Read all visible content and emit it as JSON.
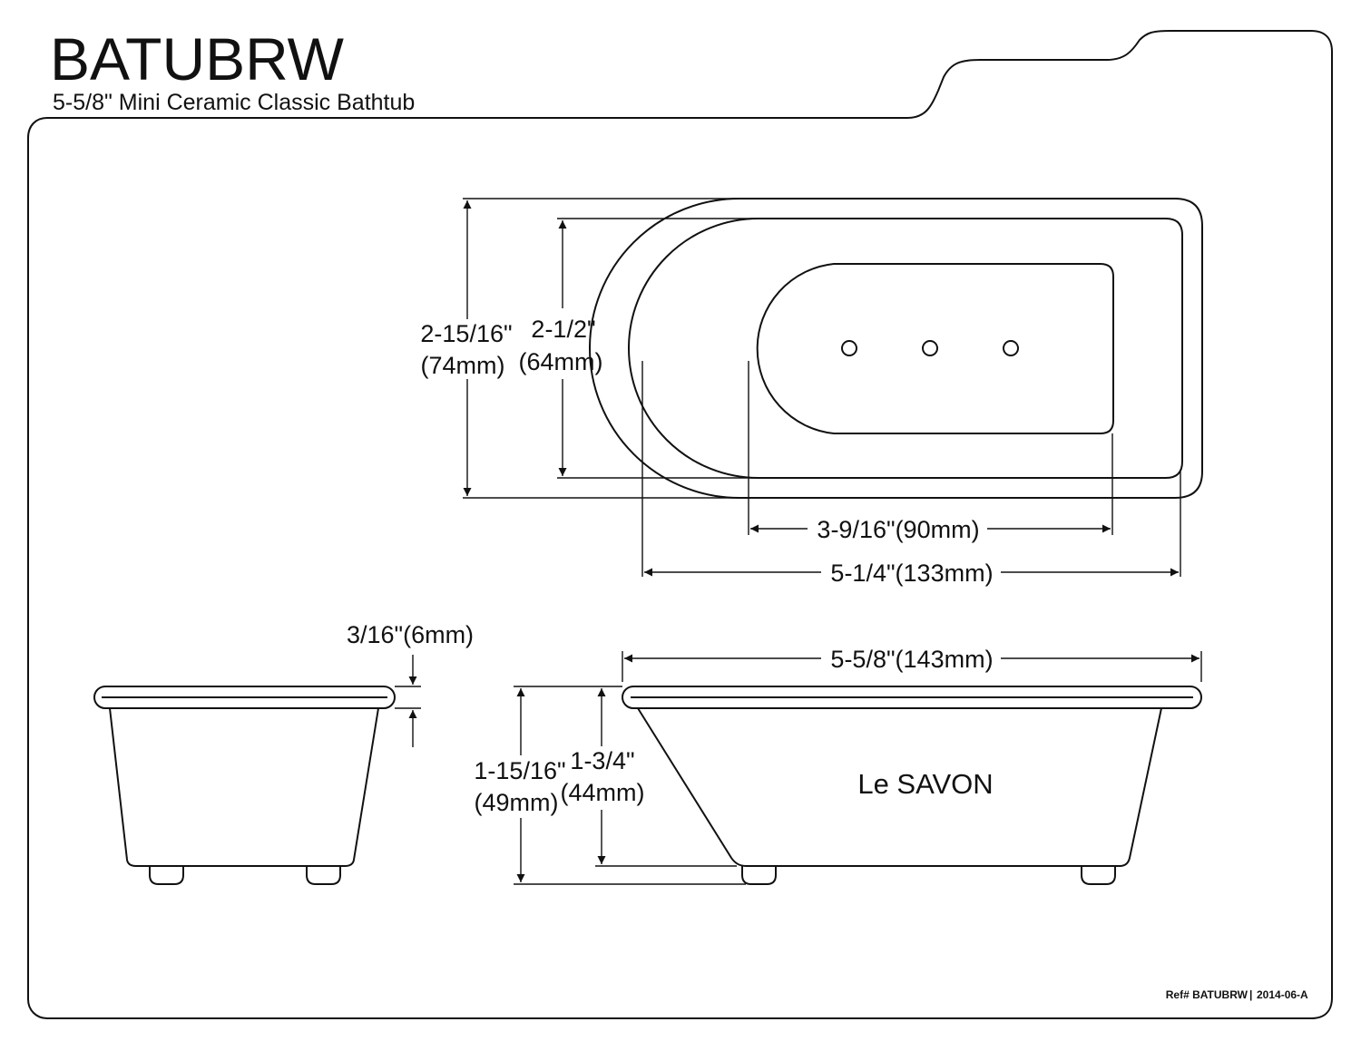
{
  "header": {
    "title": "BATUBRW",
    "subtitle": "5-5/8\" Mini Ceramic Classic Bathtub"
  },
  "top_view": {
    "outer_height_in": "2-15/16\"",
    "outer_height_mm": "(74mm)",
    "inner_height_in": "2-1/2\"",
    "inner_height_mm": "(64mm)",
    "basin_length": "3-9/16\"(90mm)",
    "rim_length": "5-1/4\"(133mm)"
  },
  "side_view": {
    "rim_thickness": "3/16\"(6mm)",
    "overall_length": "5-5/8\"(143mm)",
    "total_height_in": "1-15/16\"",
    "total_height_mm": "(49mm)",
    "body_height_in": "1-3/4\"",
    "body_height_mm": "(44mm)",
    "brand": "Le SAVON"
  },
  "footer": {
    "ref": "Ref# BATUBRW",
    "separator": "|",
    "date_code": "2014-06-A"
  },
  "colors": {
    "line": "#111111",
    "background": "#ffffff"
  }
}
